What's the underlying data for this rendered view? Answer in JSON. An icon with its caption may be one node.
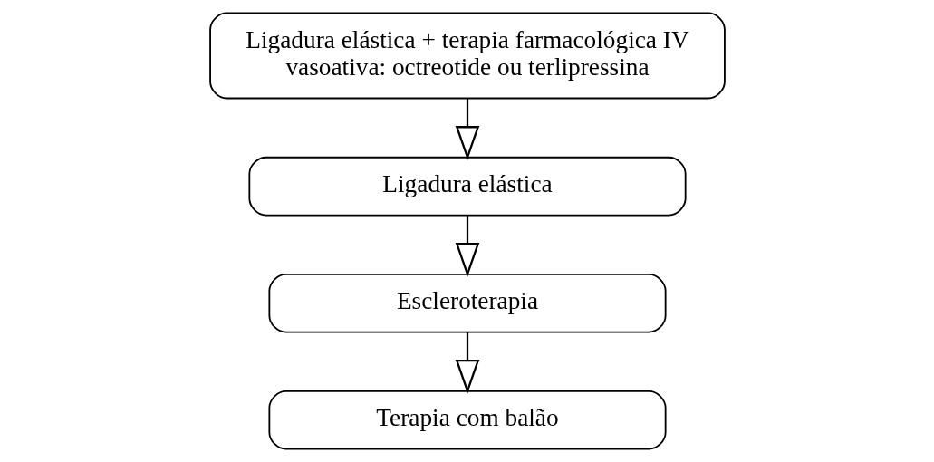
{
  "diagram": {
    "nodes": [
      {
        "text": [
          "Ligadura elástica + terapia farmacológica IV vasoativa: octreotide ou terlipressina"
        ]
      },
      {
        "text": [
          "Ligadura elástica"
        ]
      },
      {
        "text": [
          "Escleroterapia"
        ]
      },
      {
        "text": [
          "Terapia com balão"
        ]
      }
    ],
    "edges": [
      {
        "from": 0,
        "to": 1,
        "arrow": "to"
      },
      {
        "from": 1,
        "to": 2,
        "arrow": "to"
      },
      {
        "from": 2,
        "to": 3,
        "arrow": "to"
      }
    ]
  }
}
